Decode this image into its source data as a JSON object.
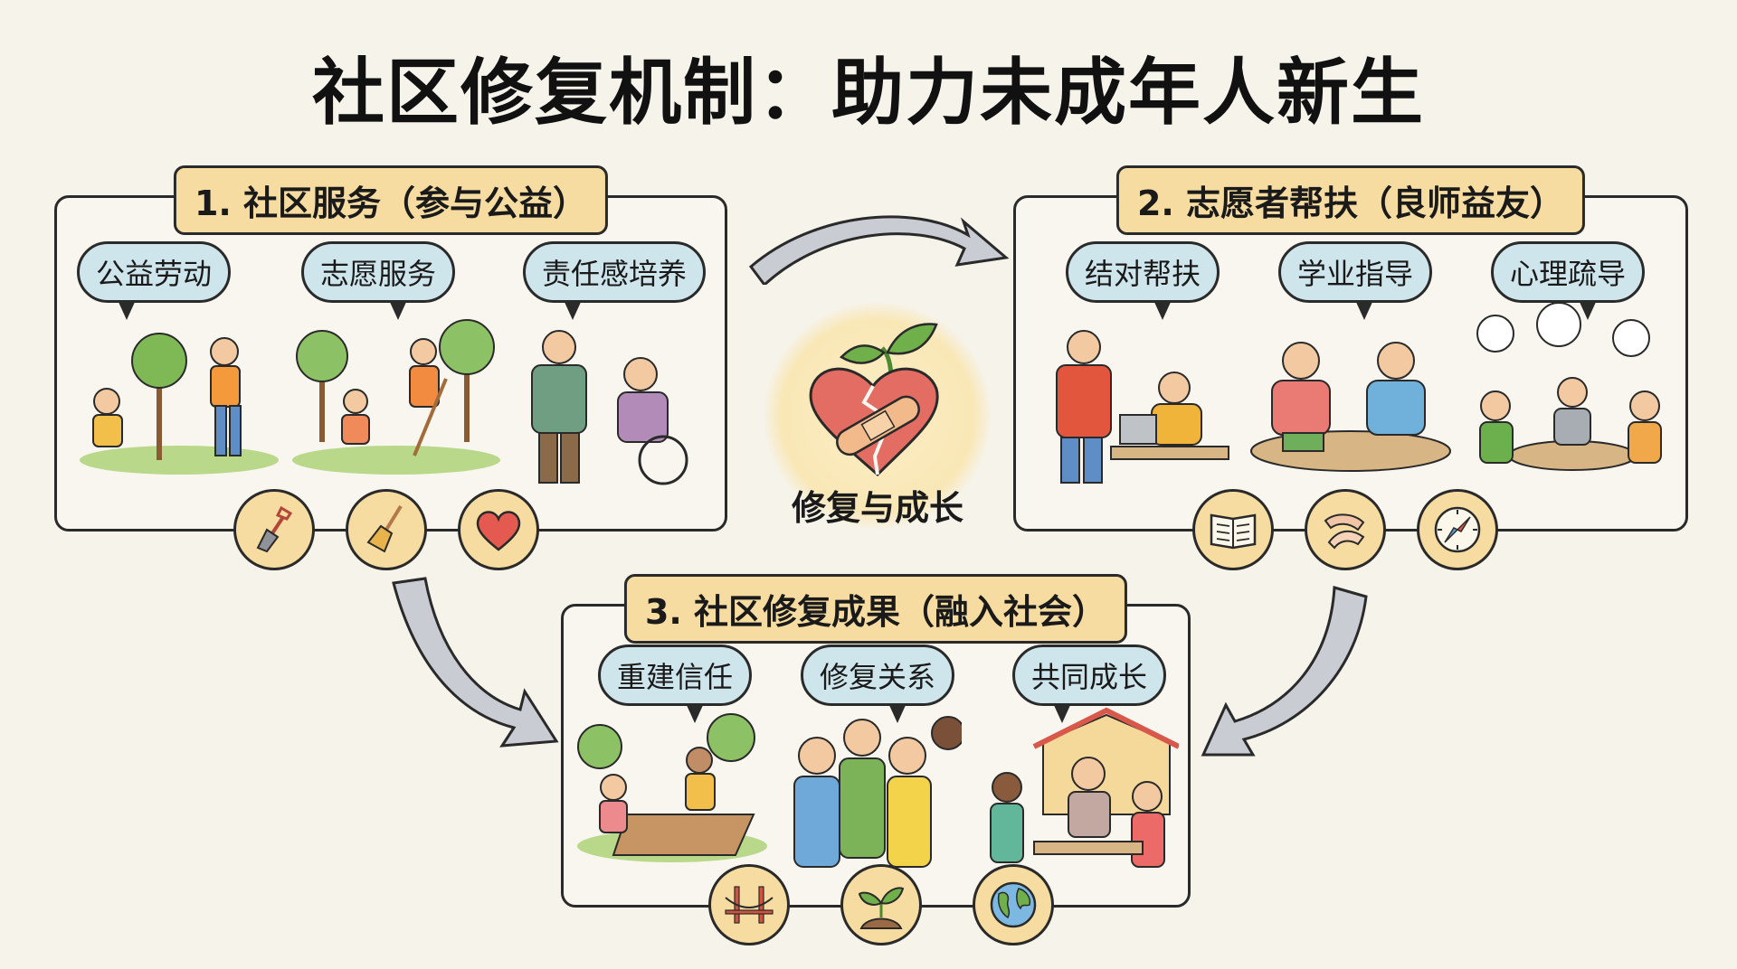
{
  "title": "社区修复机制：助力未成年人新生",
  "center": {
    "label": "修复与成长",
    "icon": "broken-heart-bandage-sprout-icon"
  },
  "panels": [
    {
      "header": "1. 社区服务（参与公益）",
      "bubbles": [
        "公益劳动",
        "志愿服务",
        "责任感培养"
      ],
      "scenes": [
        "tree-planting-scene",
        "park-sweeping-scene",
        "elderly-care-scene"
      ],
      "icons": [
        {
          "name": "shovel-icon"
        },
        {
          "name": "broom-icon"
        },
        {
          "name": "heart-icon"
        }
      ]
    },
    {
      "header": "2. 志愿者帮扶（良师益友）",
      "bubbles": [
        "结对帮扶",
        "学业指导",
        "心理疏导"
      ],
      "scenes": [
        "mentor-pairing-scene",
        "tutoring-scene",
        "group-counseling-scene"
      ],
      "icons": [
        {
          "name": "open-book-icon"
        },
        {
          "name": "joined-hands-icon"
        },
        {
          "name": "compass-icon"
        }
      ]
    },
    {
      "header": "3. 社区修复成果（融入社会）",
      "bubbles": [
        "重建信任",
        "修复关系",
        "共同成长"
      ],
      "scenes": [
        "community-garden-scene",
        "handshake-reconciliation-scene",
        "shared-table-scene"
      ],
      "icons": [
        {
          "name": "bridge-icon"
        },
        {
          "name": "sprout-icon"
        },
        {
          "name": "globe-icon"
        }
      ]
    }
  ],
  "colors": {
    "background": "#f6f3ea",
    "header_fill": "#f6dca0",
    "bubble_fill": "#cfe5ec",
    "outline": "#2a2a2a",
    "arrow_fill": "#c9ccd3",
    "heart": "#e46d63",
    "leaf": "#6fb04a"
  }
}
